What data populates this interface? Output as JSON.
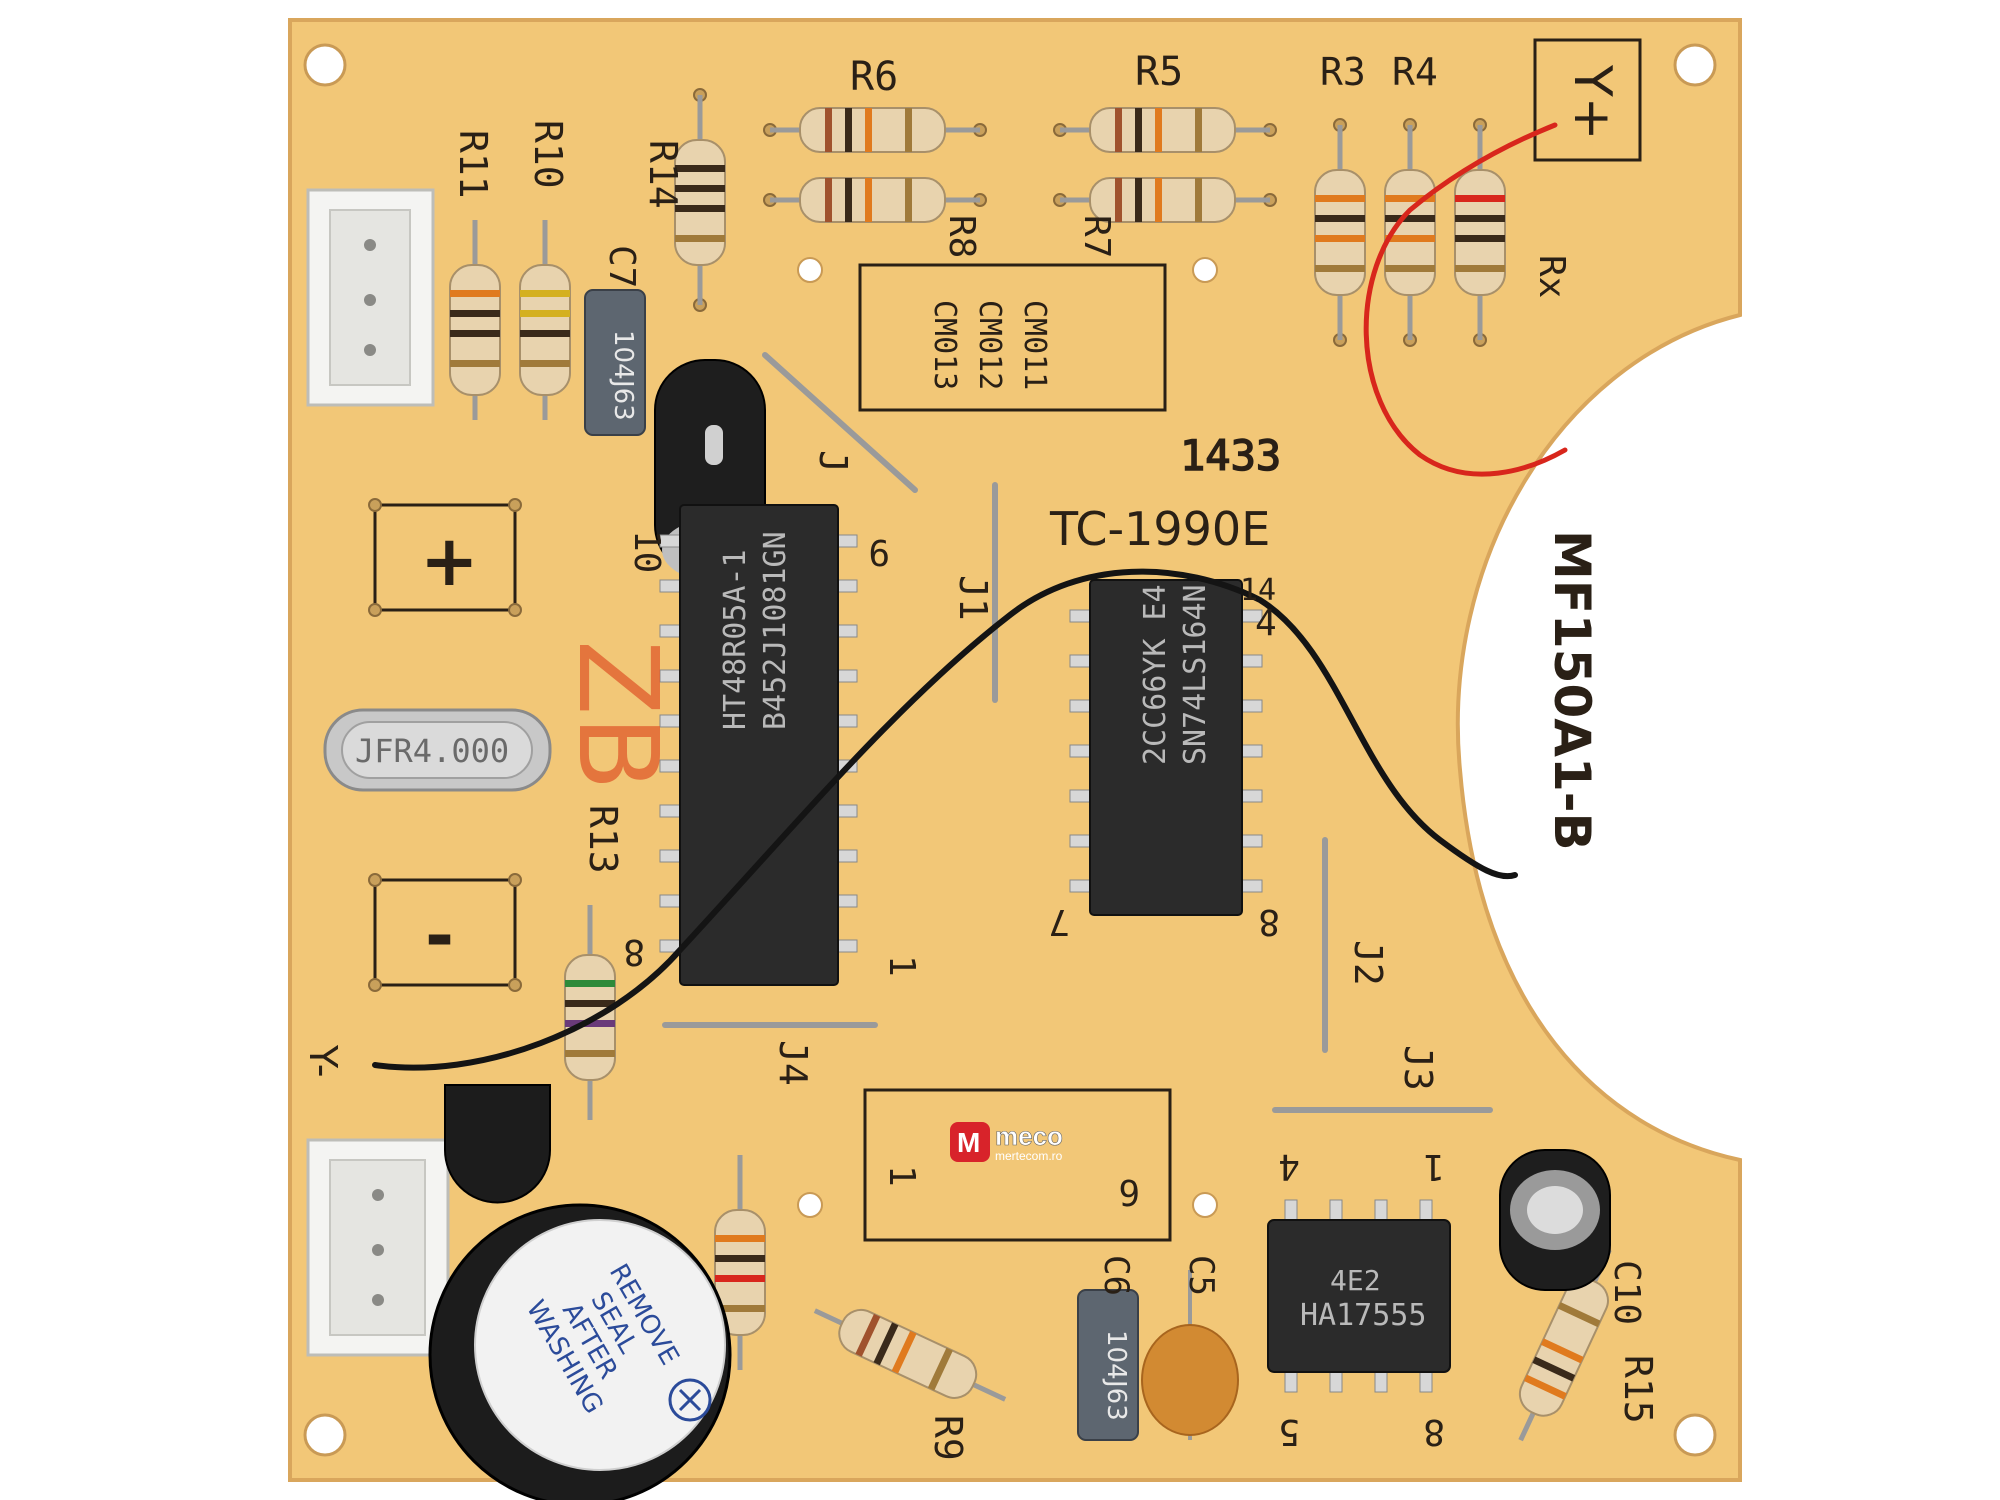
{
  "colors": {
    "board": "#f2c777",
    "board_shadow": "#d9a65c",
    "silkscreen": "#2a2016",
    "ic_body": "#2b2b2b",
    "wire_red": "#d8261c",
    "wire_black": "#141414",
    "logo_red": "#d8232a"
  },
  "board": {
    "silkscreen": {
      "resistors": [
        "R11",
        "R10",
        "R14",
        "R6",
        "R8",
        "R5",
        "R7",
        "R3",
        "R4",
        "R13",
        "R9",
        "R15"
      ],
      "jumpers": [
        "J",
        "J1",
        "J2",
        "J3",
        "J4"
      ],
      "capacitors": [
        "C7",
        "C6",
        "C5",
        "C10"
      ],
      "connector_labels": [
        "Y+",
        "Y-",
        "Rx"
      ],
      "buttons": [
        "+",
        "-"
      ],
      "board_code": "TC-1990E",
      "board_model": "MF150A1-B",
      "box_labels": [
        "CM011",
        "CM012",
        "CM013"
      ],
      "pin_labels": [
        "9",
        "10",
        "1",
        "8",
        "4",
        "7",
        "14",
        "8",
        "1",
        "4",
        "5",
        "8",
        "1",
        "6"
      ],
      "batch_code": "1433",
      "handwritten_mark": "ZB"
    },
    "components": {
      "ic_main": [
        "HT48R05A-1",
        "B452J1081GN"
      ],
      "ic_shift": [
        "2CC66YK E4",
        "SN74LS164N"
      ],
      "ic_timer": [
        "HA17555",
        "4E2"
      ],
      "crystal": "JFR4.000",
      "film_cap_1": [
        "104",
        "J63"
      ],
      "film_cap_2": [
        "104",
        "J63"
      ],
      "buzzer_label": [
        "REMOVE",
        "SEAL",
        "AFTER",
        "WASHING"
      ]
    }
  },
  "watermark": {
    "brand": "meco",
    "site": "mertecom.ro"
  }
}
